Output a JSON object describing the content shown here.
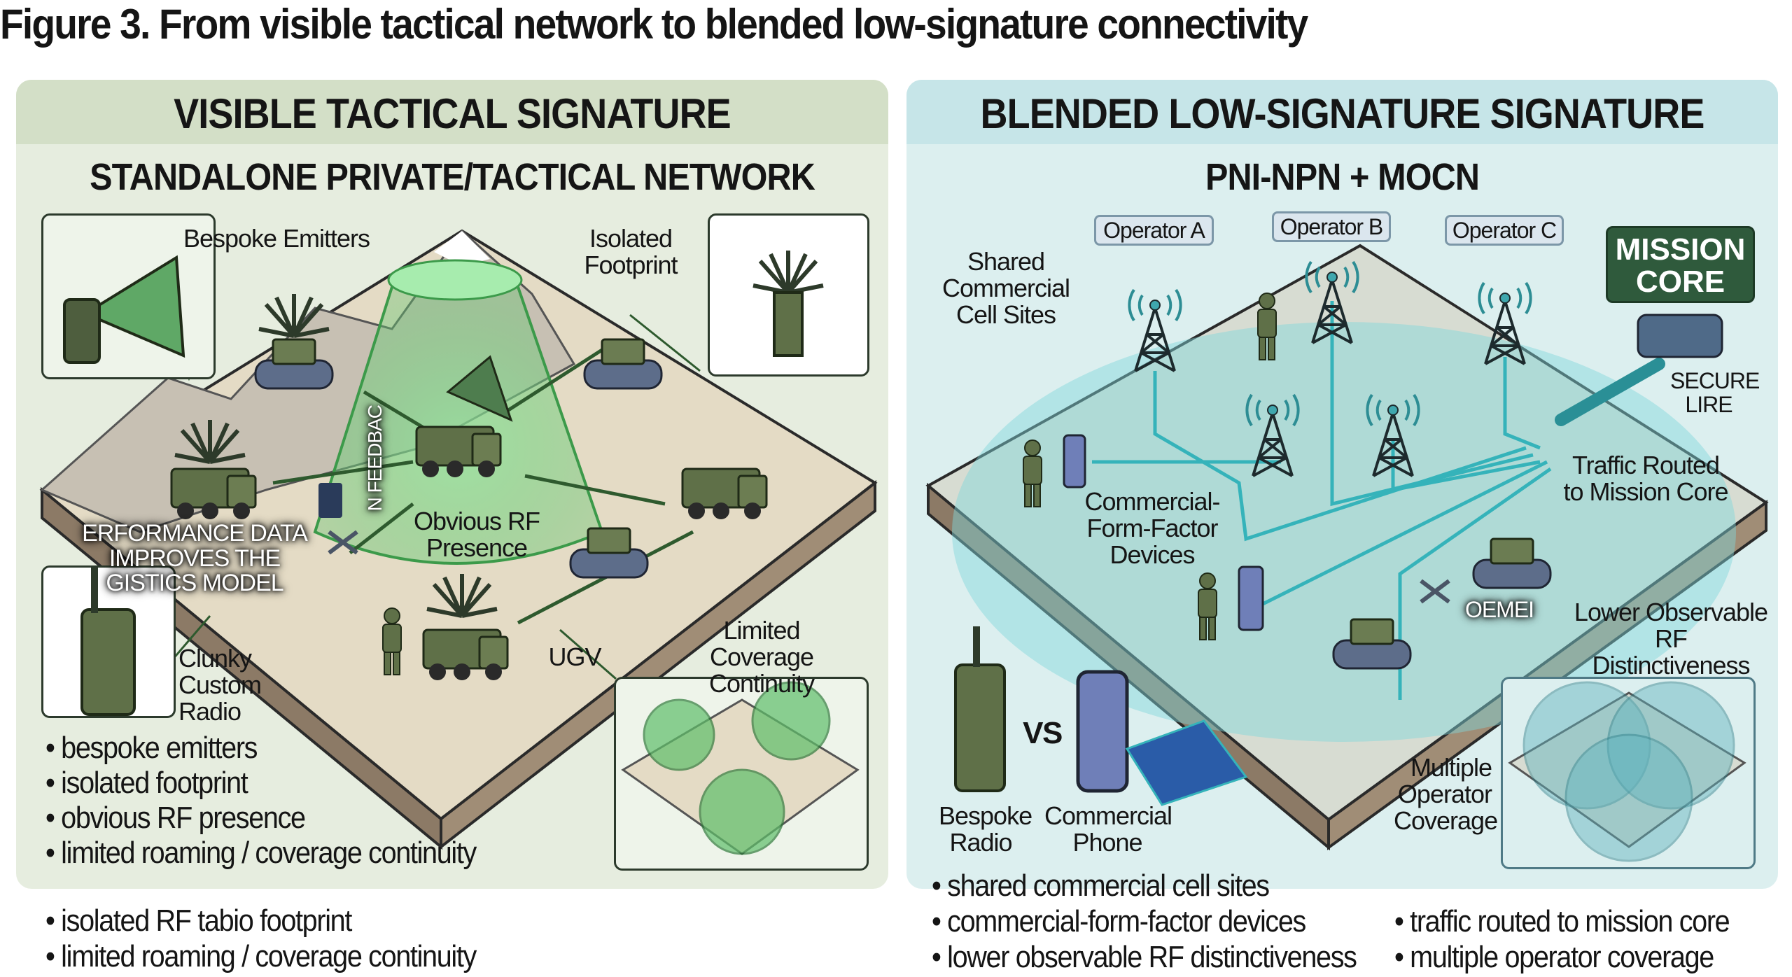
{
  "figure_title": "Figure 3. From visible tactical network to blended low-signature connectivity",
  "left_panel": {
    "header": "VISIBLE TACTICAL SIGNATURE",
    "subheader": "STANDALONE PRIVATE/TACTICAL NETWORK",
    "labels": {
      "bespoke_emitters": "Bespoke Emitters",
      "isolated_footprint": "Isolated Footprint",
      "obvious_rf": "Obvious RF Presence",
      "clunky_radio": "Clunky Custom Radio",
      "limited_coverage": "Limited Coverage Continuity",
      "ugv": "UGV",
      "overlay_line1": "ERFORMANCE DATA",
      "overlay_line2": "IMPROVES THE",
      "overlay_line3": "GISTICS MODEL",
      "feedback": "N FEEDBAC"
    },
    "bullets": [
      "bespoke emitters",
      "isolated footprint",
      "obvious RF presence",
      "limited roaming / coverage continuity"
    ],
    "colors": {
      "accent": "#5fbf6a",
      "band": "#d3dfc7"
    }
  },
  "left_footer_bullets": [
    "isolated RF tabio footprint",
    "limited roaming / coverage continuity"
  ],
  "right_panel": {
    "header": "BLENDED LOW-SIGNATURE SIGNATURE",
    "subheader": "PNI-NPN + MOCN",
    "operators": [
      "Operator A",
      "Operator B",
      "Operator C"
    ],
    "mission_core": "MISSION CORE",
    "labels": {
      "shared_sites": "Shared Commercial Cell Sites",
      "secure_link": "SECURE LIRE",
      "traffic_routed": "Traffic Routed to Mission Core",
      "cff_devices": "Commercial- Form-Factor Devices",
      "oemei": "OEMEI",
      "lower_observable": "Lower Observable RF Distinctiveness",
      "multiple_operator": "Multiple Operator Coverage",
      "vs": "VS",
      "bespoke_radio": "Bespoke Radio",
      "commercial_phone": "Commercial Phone"
    },
    "colors": {
      "accent": "#3fb8bf",
      "band": "#c6e5e8",
      "mission": "#2f5a3c"
    }
  },
  "right_footer_bullets": {
    "col1": [
      "shared commercial cell sites",
      "commercial-form-factor devices",
      "lower observable RF distinctiveness"
    ],
    "col2": [
      "traffic routed to mission core",
      "multiple operator coverage"
    ]
  }
}
